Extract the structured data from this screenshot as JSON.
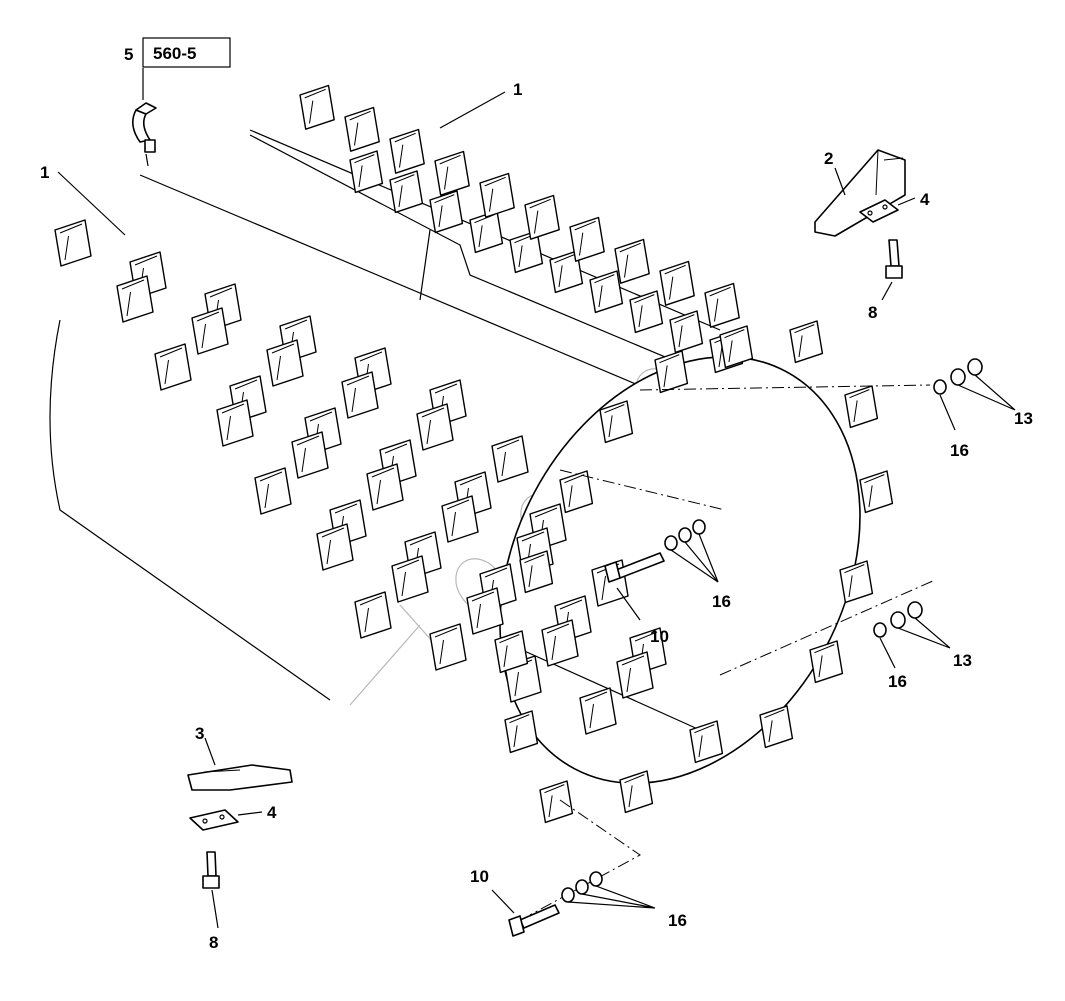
{
  "diagram": {
    "reference_box": "560-5",
    "callouts": {
      "c5": "5",
      "c1_top": "1",
      "c1_left": "1",
      "c2": "2",
      "c4_right": "4",
      "c8_right": "8",
      "c13_upper": "13",
      "c16_upper": "16",
      "c16_mid": "16",
      "c10_mid": "10",
      "c13_lower": "13",
      "c16_lower_right": "16",
      "c3": "3",
      "c4_left": "4",
      "c8_left": "8",
      "c10_bottom": "10",
      "c16_bottom": "16"
    },
    "colors": {
      "line": "#000000",
      "background": "#ffffff",
      "watermark": "#b8b8b8"
    }
  }
}
